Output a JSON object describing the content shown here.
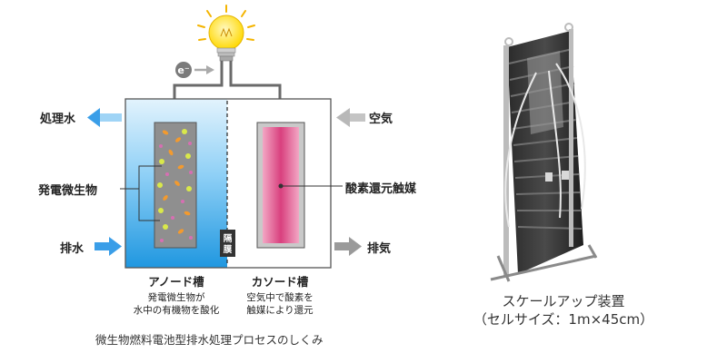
{
  "diagram": {
    "electron_label": "e⁻",
    "left_labels": {
      "treated_water": "処理水",
      "microbes": "発電微生物",
      "wastewater": "排水"
    },
    "right_labels": {
      "air": "空気",
      "catalyst": "酸素還元触媒",
      "exhaust": "排気"
    },
    "membrane_label": "隔膜",
    "anode": {
      "title": "アノード槽",
      "desc_line1": "発電微生物が",
      "desc_line2": "水中の有機物を酸化"
    },
    "cathode": {
      "title": "カソード槽",
      "desc_line1": "空気中で酸素を",
      "desc_line2": "触媒により還元"
    },
    "caption": "微生物燃料電池型排水処理プロセスのしくみ",
    "colors": {
      "water_blue": "#2aa3e6",
      "arrow_blue": "#3a9ee8",
      "electrode_gray": "#8f8f8f",
      "cathode_pink": "#d9407e",
      "arrow_gray": "#9a9a9a",
      "bulb_yellow": "#ffe340"
    }
  },
  "photo": {
    "caption_line1": "スケールアップ装置",
    "caption_line2": "（セルサイズ：1m×45cm）"
  }
}
